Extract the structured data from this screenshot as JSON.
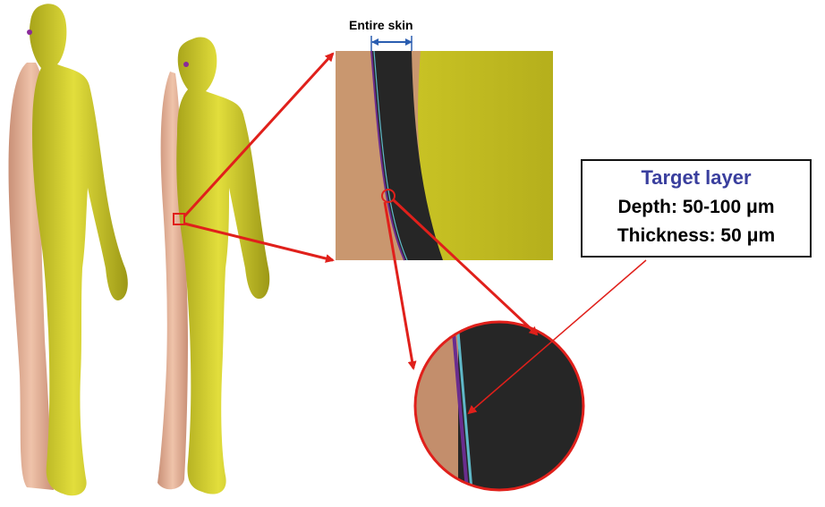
{
  "figure": {
    "zoom_label": "Entire skin",
    "callout": {
      "title": "Target layer",
      "depth": "Depth: 50-100 μm",
      "thickness": "Thickness: 50 μm"
    }
  },
  "colors": {
    "tissue_yellow": "#d6d22a",
    "tissue_pink": "#e6b39b",
    "skin_dark": "#262626",
    "accent_red": "#e0201b",
    "dimension_blue": "#2a5db0",
    "title_blue": "#3a3f9e",
    "target_cyan": "#5fb8c8",
    "target_purple": "#6a2d8e"
  },
  "icons": [
    "human-body-model-front",
    "human-body-model-side",
    "zoom-inset-square",
    "zoom-inset-circle",
    "red-arrow",
    "dimension-arrow"
  ]
}
